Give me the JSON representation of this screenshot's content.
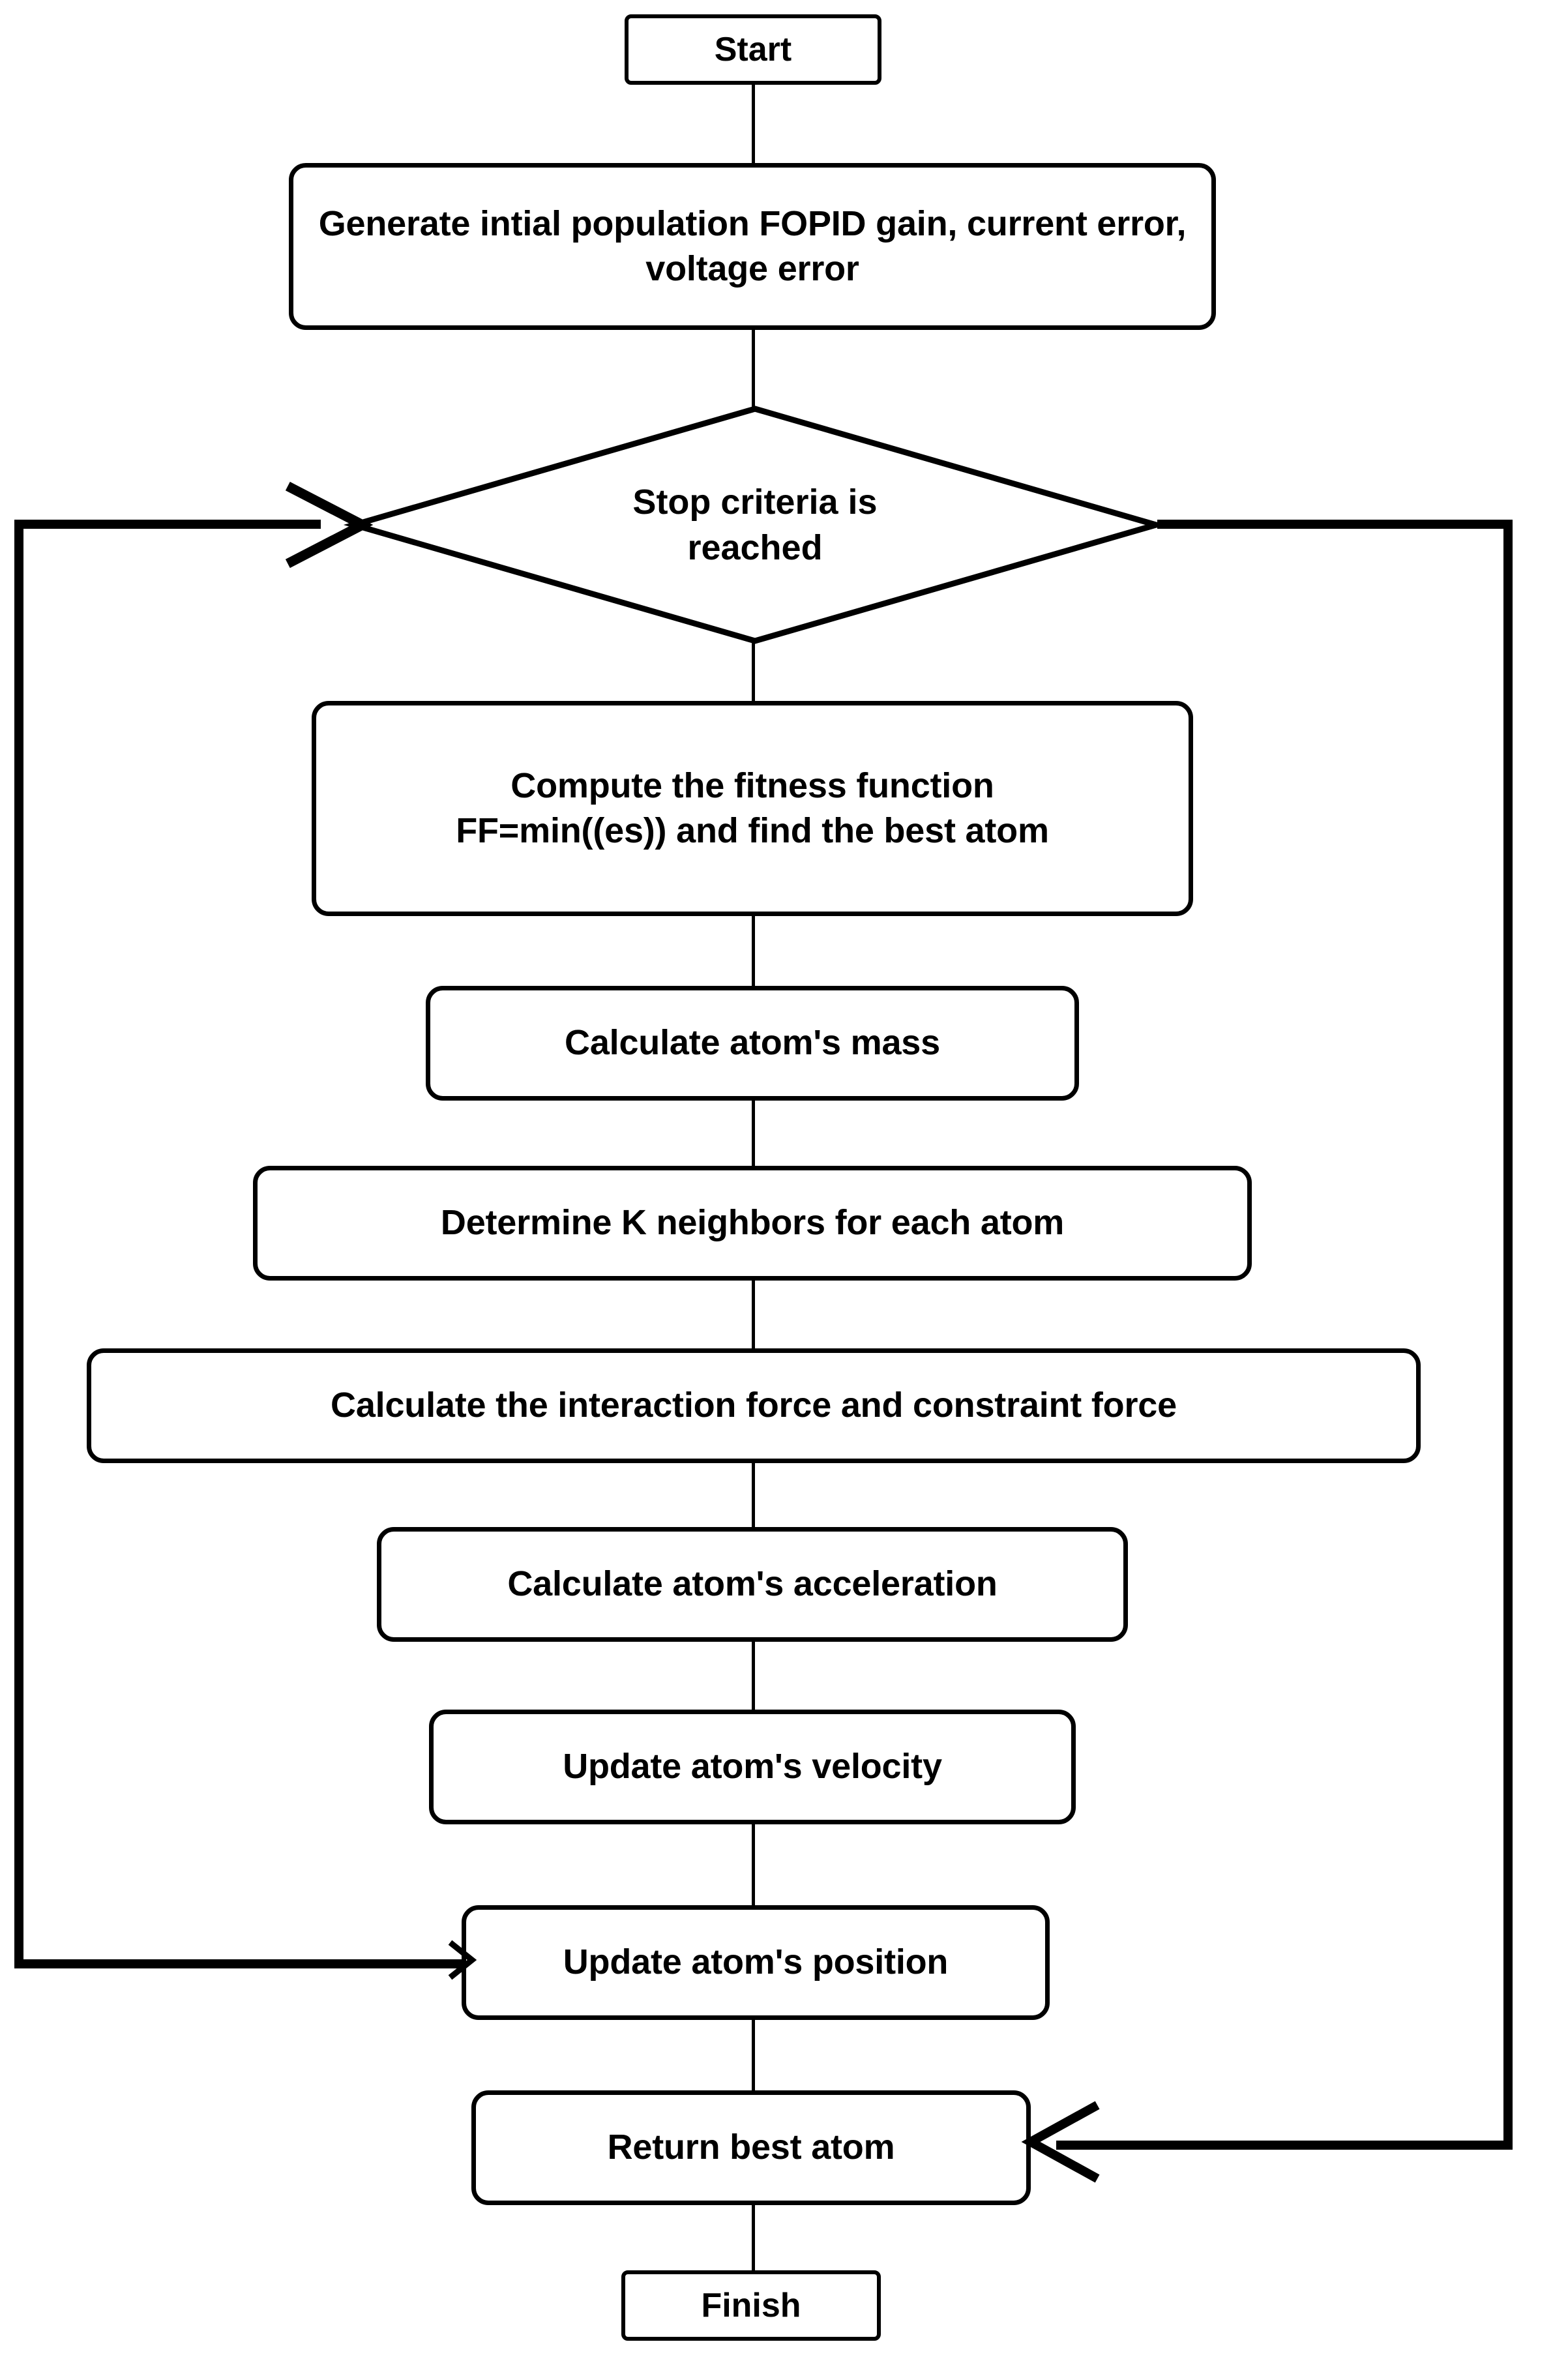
{
  "diagram": {
    "title": "Atom Search Optimization FOPID tuning flowchart",
    "stroke_color": "#000000",
    "fill_color": "#ffffff",
    "nodes": [
      {
        "id": "start",
        "shape": "terminal",
        "label": "Start"
      },
      {
        "id": "generate",
        "shape": "process",
        "label": "Generate intial population FOPID gain, current error, voltage error"
      },
      {
        "id": "stop_criteria",
        "shape": "decision",
        "label_line1": "Stop criteria is",
        "label_line2": "reached"
      },
      {
        "id": "fitness",
        "shape": "process",
        "label_line1": "Compute the fitness function",
        "label_line2": "FF=min((es)) and find the best atom"
      },
      {
        "id": "mass",
        "shape": "process",
        "label": "Calculate atom's mass"
      },
      {
        "id": "neighbors",
        "shape": "process",
        "label": "Determine K neighbors for each atom"
      },
      {
        "id": "forces",
        "shape": "process",
        "label": "Calculate the interaction force and constraint force"
      },
      {
        "id": "acceleration",
        "shape": "process",
        "label": "Calculate atom's acceleration"
      },
      {
        "id": "velocity",
        "shape": "process",
        "label": "Update atom's velocity"
      },
      {
        "id": "position",
        "shape": "process",
        "label": "Update atom's position"
      },
      {
        "id": "return_best",
        "shape": "process",
        "label": "Return best atom"
      },
      {
        "id": "finish",
        "shape": "terminal",
        "label": "Finish"
      }
    ],
    "edges": [
      {
        "from": "start",
        "to": "generate",
        "kind": "plain"
      },
      {
        "from": "generate",
        "to": "stop_criteria",
        "kind": "plain"
      },
      {
        "from": "stop_criteria",
        "to": "fitness",
        "kind": "plain"
      },
      {
        "from": "fitness",
        "to": "mass",
        "kind": "plain"
      },
      {
        "from": "mass",
        "to": "neighbors",
        "kind": "plain"
      },
      {
        "from": "neighbors",
        "to": "forces",
        "kind": "plain"
      },
      {
        "from": "forces",
        "to": "acceleration",
        "kind": "plain"
      },
      {
        "from": "acceleration",
        "to": "velocity",
        "kind": "plain"
      },
      {
        "from": "velocity",
        "to": "position",
        "kind": "plain"
      },
      {
        "from": "position",
        "to": "return_best",
        "kind": "plain"
      },
      {
        "from": "position",
        "to": "stop_criteria",
        "kind": "loop-left-arrow"
      },
      {
        "from": "stop_criteria",
        "to": "return_best",
        "kind": "loop-right-arrow"
      },
      {
        "from": "return_best",
        "to": "finish",
        "kind": "plain"
      }
    ]
  }
}
